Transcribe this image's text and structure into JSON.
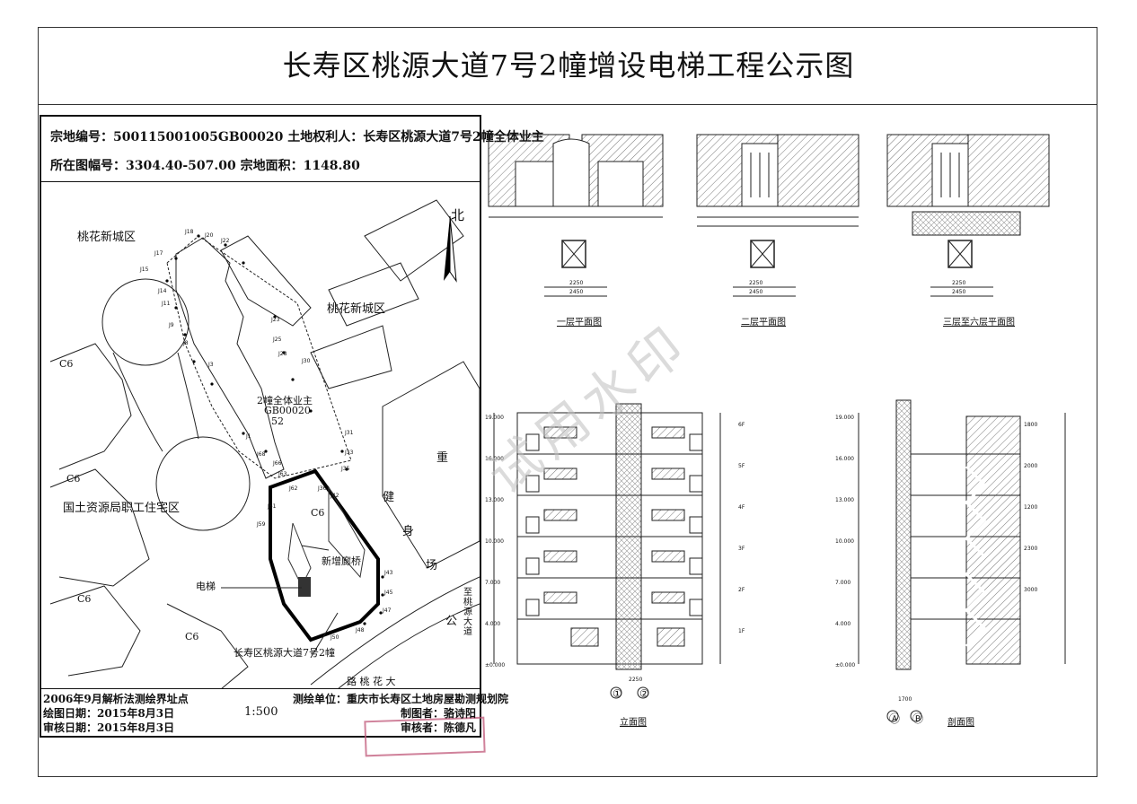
{
  "title": "长寿区桃源大道7号2幢增设电梯工程公示图",
  "map": {
    "parcel_line": "宗地编号：500115001005GB00020  土地权利人：长寿区桃源大道7号2幢全体业主",
    "sheet_line": "所在图幅号：3304.40-507.00    宗地面积：1148.80",
    "labels": {
      "north": "北",
      "peach_west": "桃花新城区",
      "peach_east": "桃花新城区",
      "owner": "2幢全体业主",
      "parcel_code": "GB00020",
      "parcel_sub": "52",
      "land_bureau": "国土资源局职工住宅区",
      "fitness_1": "健",
      "fitness_2": "身",
      "fitness_3": "场",
      "new_bridge": "新增廊桥",
      "elevator": "电梯",
      "building": "长寿区桃源大道7号2幢",
      "road": "路 桃 花 大",
      "to_road": "至 桃 源 大 道",
      "gong": "公",
      "chongqing": "重",
      "c6": "C6"
    },
    "points": [
      "J18",
      "J20",
      "J22",
      "J17",
      "J15",
      "J14",
      "J11",
      "J9",
      "J8",
      "J3",
      "J23",
      "J25",
      "J28",
      "J30",
      "J1",
      "J68",
      "J66",
      "J63",
      "J31",
      "J33",
      "J35",
      "J62",
      "J61",
      "J59",
      "J42",
      "J43",
      "J45",
      "J47",
      "J48",
      "J50",
      "J36"
    ],
    "footer": {
      "survey": "2006年9月解析法测绘界址点",
      "draw_date": "绘图日期：2015年8月3日",
      "check_date": "审核日期：2015年8月3日",
      "scale": "1:500",
      "unit": "测绘单位：重庆市长寿区土地房屋勘测规划院",
      "drafter": "制图者：骆诗阳",
      "reviewer": "审核者：陈德凡"
    }
  },
  "drawings": {
    "plan1": "一层平面图",
    "plan2": "二层平面图",
    "plan3": "三层至六层平面图",
    "elevation": "立面图",
    "section": "剖面图",
    "dims": [
      "2250",
      "2450",
      "3000",
      "19.000",
      "16.000",
      "13.000",
      "10.000",
      "7.000",
      "4.000",
      "±0.000",
      "1700",
      "1800",
      "2000",
      "1200",
      "2300"
    ],
    "axes": [
      "①",
      "②",
      "Ⓐ",
      "Ⓑ"
    ],
    "floors": [
      "6F",
      "5F",
      "4F",
      "3F",
      "2F",
      "1F"
    ]
  },
  "watermark": "试用水印",
  "colors": {
    "stamp": "#c0587a",
    "hatch": "#777777",
    "watermark": "#bfbfbf"
  }
}
